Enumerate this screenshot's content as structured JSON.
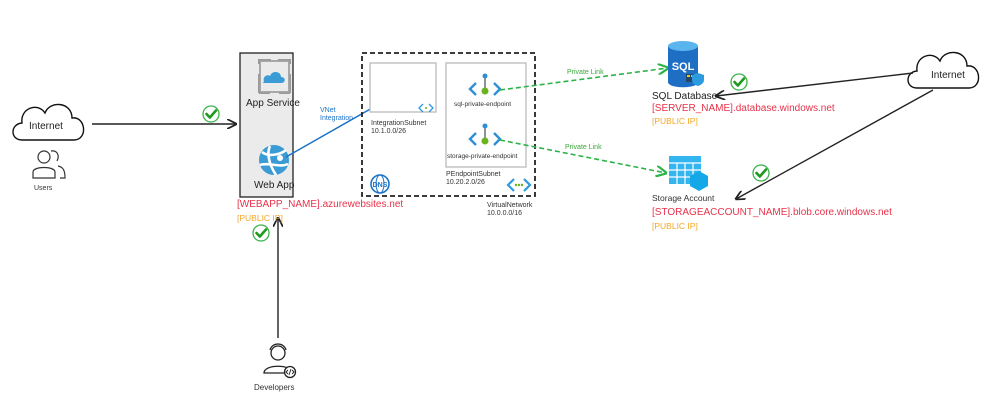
{
  "nodes": {
    "internet_left": {
      "label": "Internet"
    },
    "users": {
      "label": "Users"
    },
    "app_service": {
      "label": "App Service"
    },
    "web_app": {
      "label": "Web App",
      "hostname": "[WEBAPP_NAME].azurewebsites.net",
      "ip": "[PUBLIC IP]"
    },
    "developers": {
      "label": "Developers"
    },
    "integration_subnet": {
      "label": "IntegrationSubnet",
      "cidr": "10.1.0.0/26"
    },
    "pendpoint_subnet": {
      "label": "PEndpointSubnet",
      "cidr": "10.20.2.0/26"
    },
    "sql_private_endpoint": {
      "label": "sql-private-endpoint"
    },
    "storage_private_endpoint": {
      "label": "storage-private-endpoint"
    },
    "virtual_network": {
      "label": "VirtualNetwork",
      "cidr": "10.0.0.0/16"
    },
    "dns": {
      "label": "DNS"
    },
    "sql_database": {
      "label": "SQL Database",
      "hostname": "[SERVER_NAME].database.windows.net",
      "ip": "[PUBLIC IP]",
      "icon_text": "SQL"
    },
    "storage_account": {
      "label": "Storage Account",
      "hostname": "[STORAGEACCOUNT_NAME].blob.core.windows.net",
      "ip": "[PUBLIC IP]"
    },
    "internet_right": {
      "label": "Internet"
    }
  },
  "edges": {
    "vnet_integration": {
      "label": "VNet\nIntegration",
      "line1": "VNet",
      "line2": "Integration"
    },
    "private_link_sql": {
      "label": "Private Link"
    },
    "private_link_storage": {
      "label": "Private Link"
    }
  },
  "colors": {
    "red": "#e8324a",
    "orange": "#f5a623",
    "azure_blue": "#1e73c8",
    "private_link_green": "#2db34a",
    "check_green": "#2aa52a"
  }
}
